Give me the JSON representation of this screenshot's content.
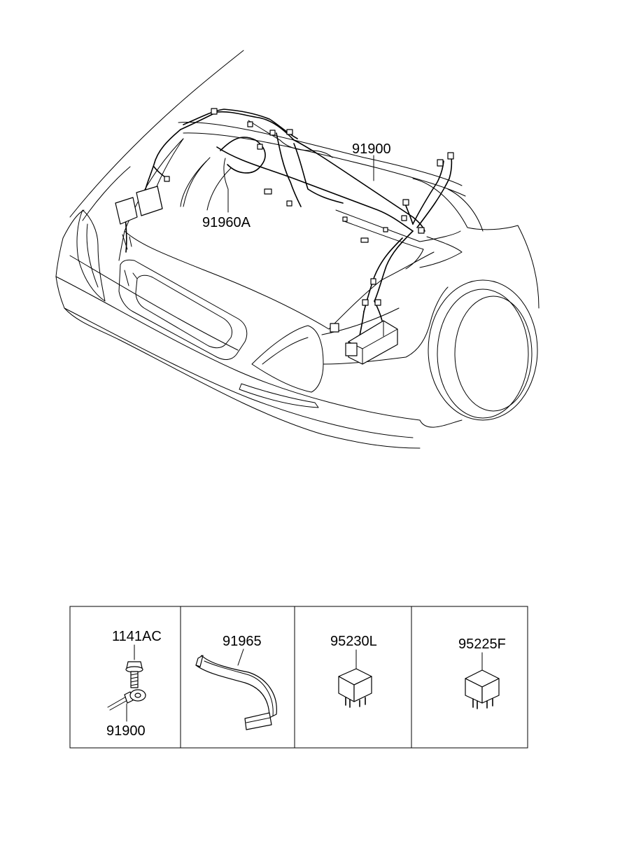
{
  "diagram": {
    "main_labels": {
      "harness_main": "91900",
      "harness_sub": "91960A"
    },
    "parts_panel": {
      "cells": [
        {
          "id": "bolt",
          "labels": [
            "1141AC",
            "91900"
          ]
        },
        {
          "id": "protector",
          "labels": [
            "91965"
          ]
        },
        {
          "id": "relay_l",
          "labels": [
            "95230L"
          ]
        },
        {
          "id": "relay_f",
          "labels": [
            "95225F"
          ]
        }
      ]
    }
  }
}
